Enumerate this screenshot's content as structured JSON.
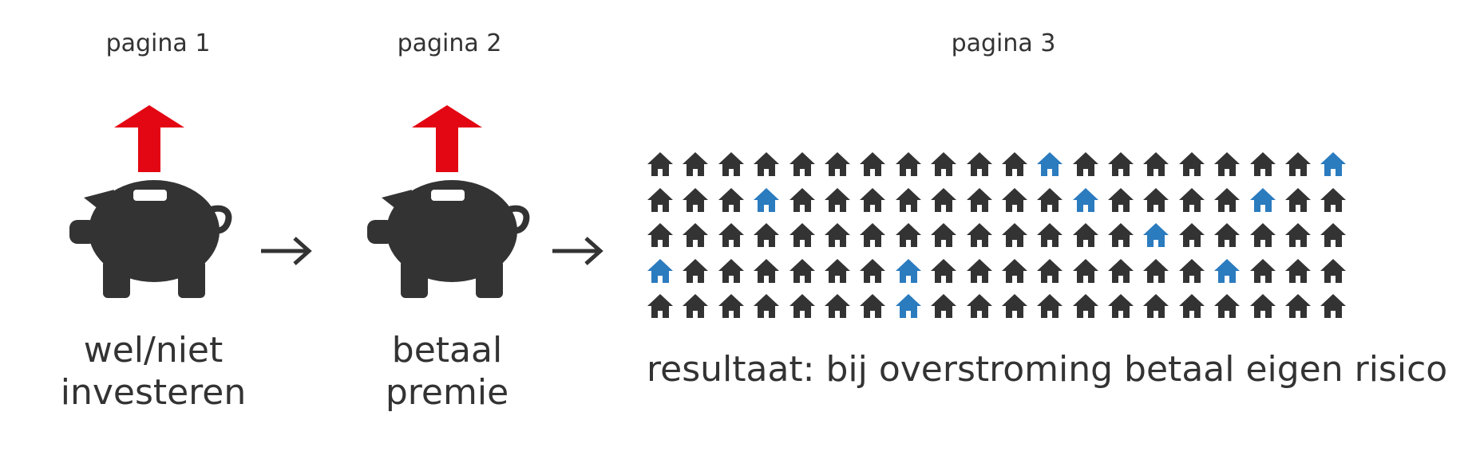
{
  "steps": [
    {
      "page_label": "pagina 1",
      "caption_line1": "wel/niet",
      "caption_line2": "investeren"
    },
    {
      "page_label": "pagina 2",
      "caption_line1": "betaal",
      "caption_line2": "premie"
    },
    {
      "page_label": "pagina 3",
      "result": "resultaat: bij overstroming betaal eigen risico"
    }
  ],
  "icons": {
    "piggy": "piggy-bank-icon",
    "up_arrow": "up-arrow-icon",
    "flow_arrow": "right-arrow-icon",
    "house": "house-icon"
  },
  "colors": {
    "dark": "#333333",
    "red": "#e30613",
    "blue": "#2b7bbf"
  },
  "house_grid": {
    "rows": 5,
    "columns": 20,
    "flooded_cells": [
      [
        0,
        11
      ],
      [
        0,
        19
      ],
      [
        1,
        3
      ],
      [
        1,
        12
      ],
      [
        1,
        17
      ],
      [
        2,
        14
      ],
      [
        3,
        0
      ],
      [
        3,
        7
      ],
      [
        3,
        16
      ],
      [
        4,
        7
      ]
    ]
  }
}
